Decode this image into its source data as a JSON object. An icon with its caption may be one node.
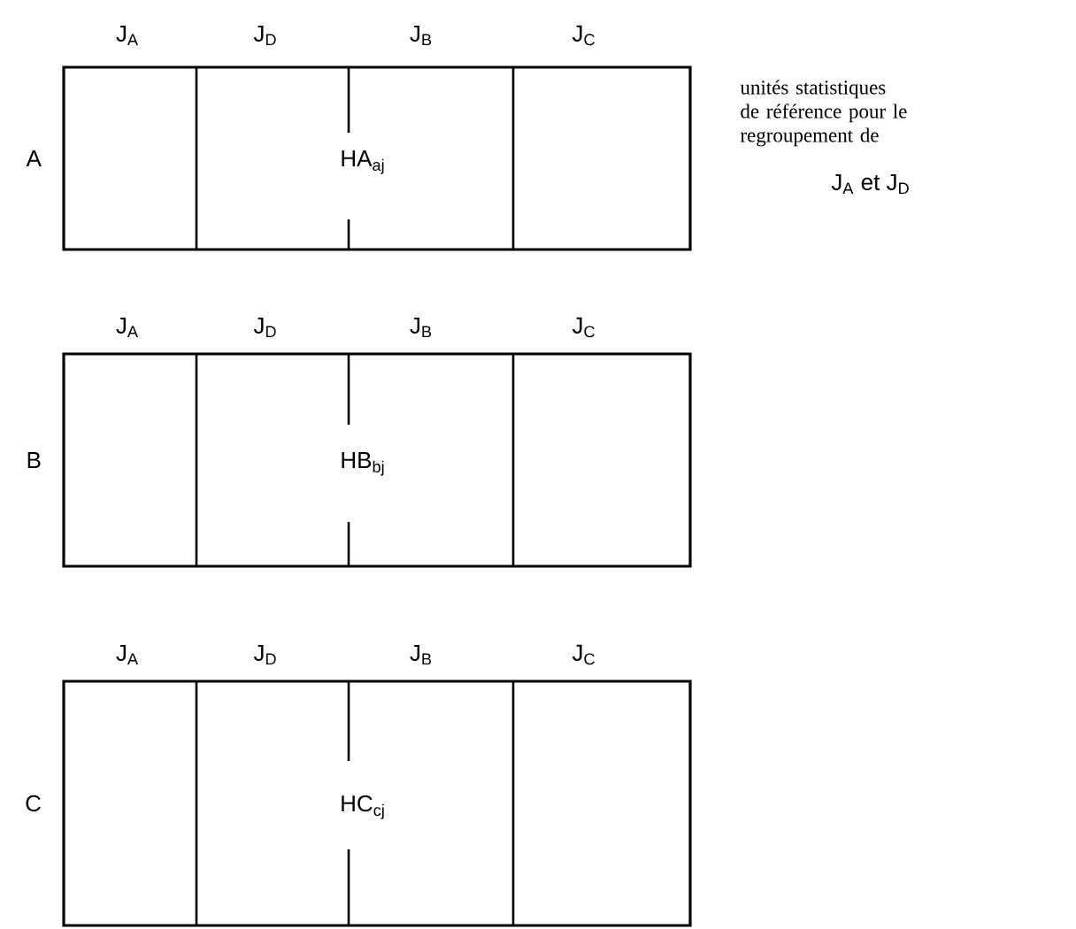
{
  "diagram": {
    "nodes": [
      {
        "text": [
          "HA$_{aj}$"
        ],
        "beside": [
          "A"
        ]
      },
      {
        "text": [
          "HB$_{bj}$"
        ],
        "beside": [
          "B"
        ]
      },
      {
        "text": [
          "HC$_{cj}$"
        ],
        "beside": [
          "C"
        ]
      }
    ],
    "labels": [
      "J$_{A}$",
      "J$_{D}$",
      "J$_{B}$",
      "J$_{C}$",
      "unités statistiques de référence pour le regroupement de",
      "J$_{A}$ et J$_{D}$",
      "J$_{A}$",
      "J$_{D}$",
      "J$_{B}$",
      "J$_{C}$",
      "J$_{A}$",
      "J$_{D}$",
      "J$_{B}$",
      "J$_{C}$"
    ]
  }
}
